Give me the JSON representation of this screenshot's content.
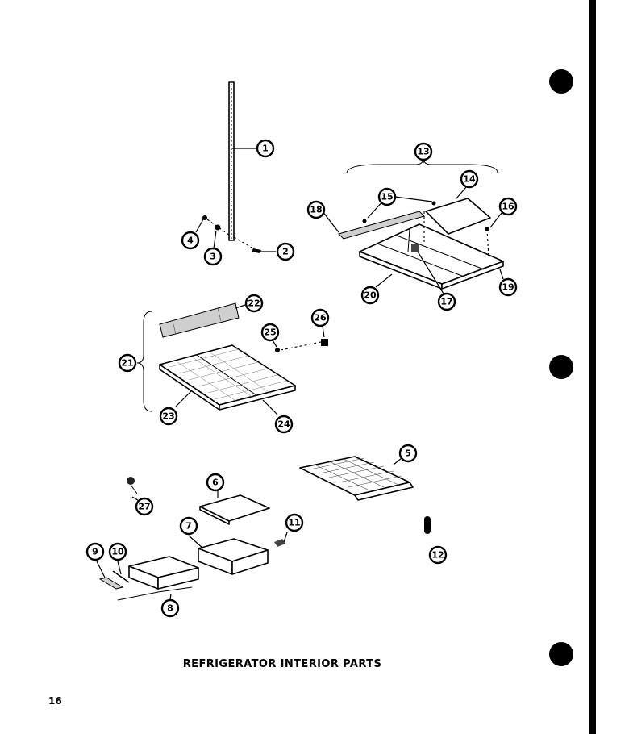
{
  "title": "REFRIGERATOR INTERIOR PARTS",
  "page_number": "16",
  "callouts": [
    "1",
    "2",
    "3",
    "4",
    "5",
    "6",
    "7",
    "8",
    "9",
    "10",
    "11",
    "12",
    "13",
    "14",
    "15",
    "16",
    "17",
    "18",
    "19",
    "20",
    "21",
    "22",
    "23",
    "24",
    "25",
    "26",
    "27"
  ]
}
